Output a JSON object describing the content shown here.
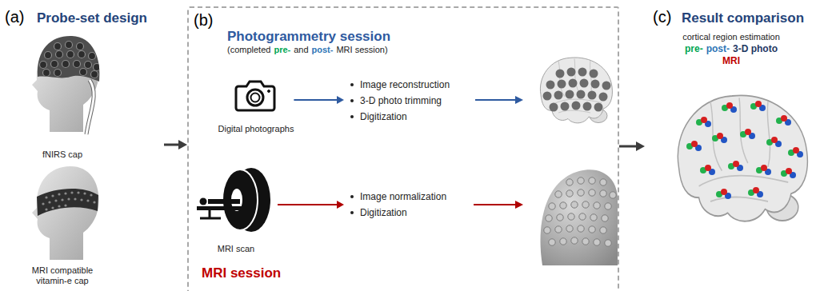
{
  "diagram": {
    "nodes": [
      {
        "text": [
          "(a)",
          "Probe-set design"
        ]
      },
      {
        "text": [
          "fNIRS cap"
        ],
        "in": 0
      },
      {
        "text": [
          "MRI compatible vitamin-e cap"
        ],
        "in": 0
      },
      {
        "text": [
          "(b)",
          "Photogrammetry session",
          "MRI session"
        ]
      },
      {
        "text": [
          "Digital photographs"
        ],
        "in": 3
      },
      {
        "text": [
          "Image reconstruction",
          "3-D photo trimming",
          "Digitization"
        ],
        "in": 3
      },
      {
        "text": [
          "MRI scan"
        ],
        "in": 3
      },
      {
        "text": [
          "Image normalization",
          "Digitization"
        ],
        "in": 3
      },
      {
        "text": [
          "(c)",
          "Result comparison"
        ]
      }
    ],
    "edges": [
      {
        "from": 0,
        "to": 3,
        "arrow": "to"
      },
      {
        "from": 3,
        "to": 8,
        "arrow": "to"
      },
      {
        "from": 4,
        "to": 5,
        "arrow": "to"
      },
      {
        "from": 6,
        "to": 7,
        "arrow": "to"
      }
    ],
    "labels": [
      "(completed",
      "pre-",
      "and",
      "post-",
      "MRI session)",
      "cortical region estimation",
      "pre-",
      "post-",
      "3-D photo",
      "MRI"
    ]
  }
}
